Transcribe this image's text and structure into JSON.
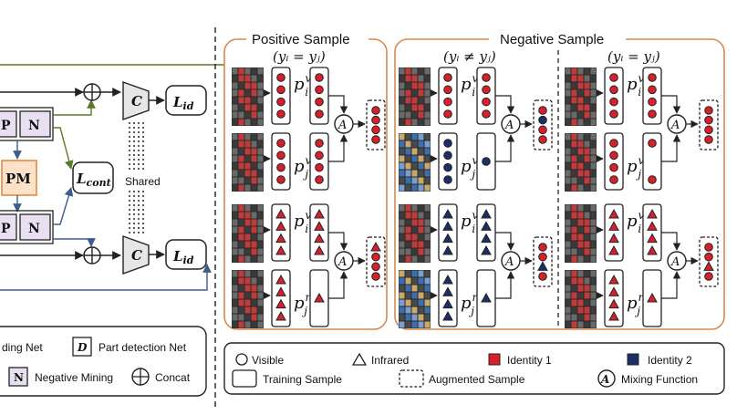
{
  "colors": {
    "identity1": "#d7202a",
    "identity2": "#1c2f66",
    "box_fill": "#e8e0f2",
    "pm_fill": "#fde2c9",
    "pm_stroke": "#e08a45",
    "panel_stroke": "#d9894d",
    "green_arrow": "#5a7a2a",
    "blue_arrow": "#3a5f8f"
  },
  "left": {
    "p_box": "P",
    "n_box": "N",
    "pm_box": "PM",
    "l_id": "L",
    "l_id_sub": "id",
    "l_cont": "L",
    "l_cont_sub": "cont",
    "classifier": "C",
    "shared": "Shared",
    "legend": {
      "embedding_partial": "ding Net",
      "d_symbol": "D",
      "part_detection": "Part detection Net",
      "n_symbol": "N",
      "negative_mining": "Negative Mining",
      "concat": "Concat"
    }
  },
  "right": {
    "positive_title": "Positive Sample",
    "negative_title": "Negative Sample",
    "eq_pos": "(yᵢ = yⱼ)",
    "eq_neg": "(yᵢ ≠ yⱼ)",
    "eq_pos2": "(yᵢ = yⱼ)",
    "mix_symbol": "A",
    "p_letter": "p",
    "sup_v": "v",
    "sup_r": "r",
    "sub_i": "i",
    "sub_j": "j",
    "legend": {
      "visible": "Visible",
      "infrared": "Infrared",
      "identity1": "Identity 1",
      "identity2": "Identity 2",
      "training_sample": "Training Sample",
      "augmented_sample": "Augmented Sample",
      "mixing_function": "Mixing Function"
    }
  },
  "groups": [
    {
      "top": {
        "a": [
          "c",
          "c",
          "c",
          "c"
        ],
        "b": [
          "c",
          "c",
          "c",
          "c"
        ],
        "out": [
          "c",
          "c",
          "c",
          "c"
        ],
        "ia": "red",
        "ib": "red"
      },
      "bot": {
        "a": [
          "t",
          "t",
          "t",
          "t"
        ],
        "b": [
          "t"
        ],
        "out": [
          "t",
          "c",
          "c",
          "c"
        ],
        "ia": "red",
        "ib": "red"
      }
    },
    {
      "top": {
        "a": [
          "c",
          "c",
          "c",
          "c"
        ],
        "b": [
          "cb"
        ],
        "out": [
          "c",
          "cb",
          "c",
          "c"
        ],
        "ia": "red",
        "ib": "blue"
      },
      "bot": {
        "a": [
          "tb",
          "tb",
          "tb",
          "tb"
        ],
        "b": [
          "tb"
        ],
        "out": [
          "c",
          "c",
          "tb",
          "c"
        ],
        "ia": "red",
        "ib": "blue"
      }
    },
    {
      "top": {
        "a": [
          "c",
          "c",
          "c",
          "c"
        ],
        "b": [
          "c",
          "c"
        ],
        "out": [
          "c",
          "c",
          "c",
          "c"
        ],
        "ia": "red",
        "ib": "red"
      },
      "bot": {
        "a": [
          "t",
          "t",
          "t",
          "t"
        ],
        "b": [
          "t"
        ],
        "out": [
          "c",
          "c",
          "t",
          "c"
        ],
        "ia": "red",
        "ib": "red"
      }
    }
  ]
}
